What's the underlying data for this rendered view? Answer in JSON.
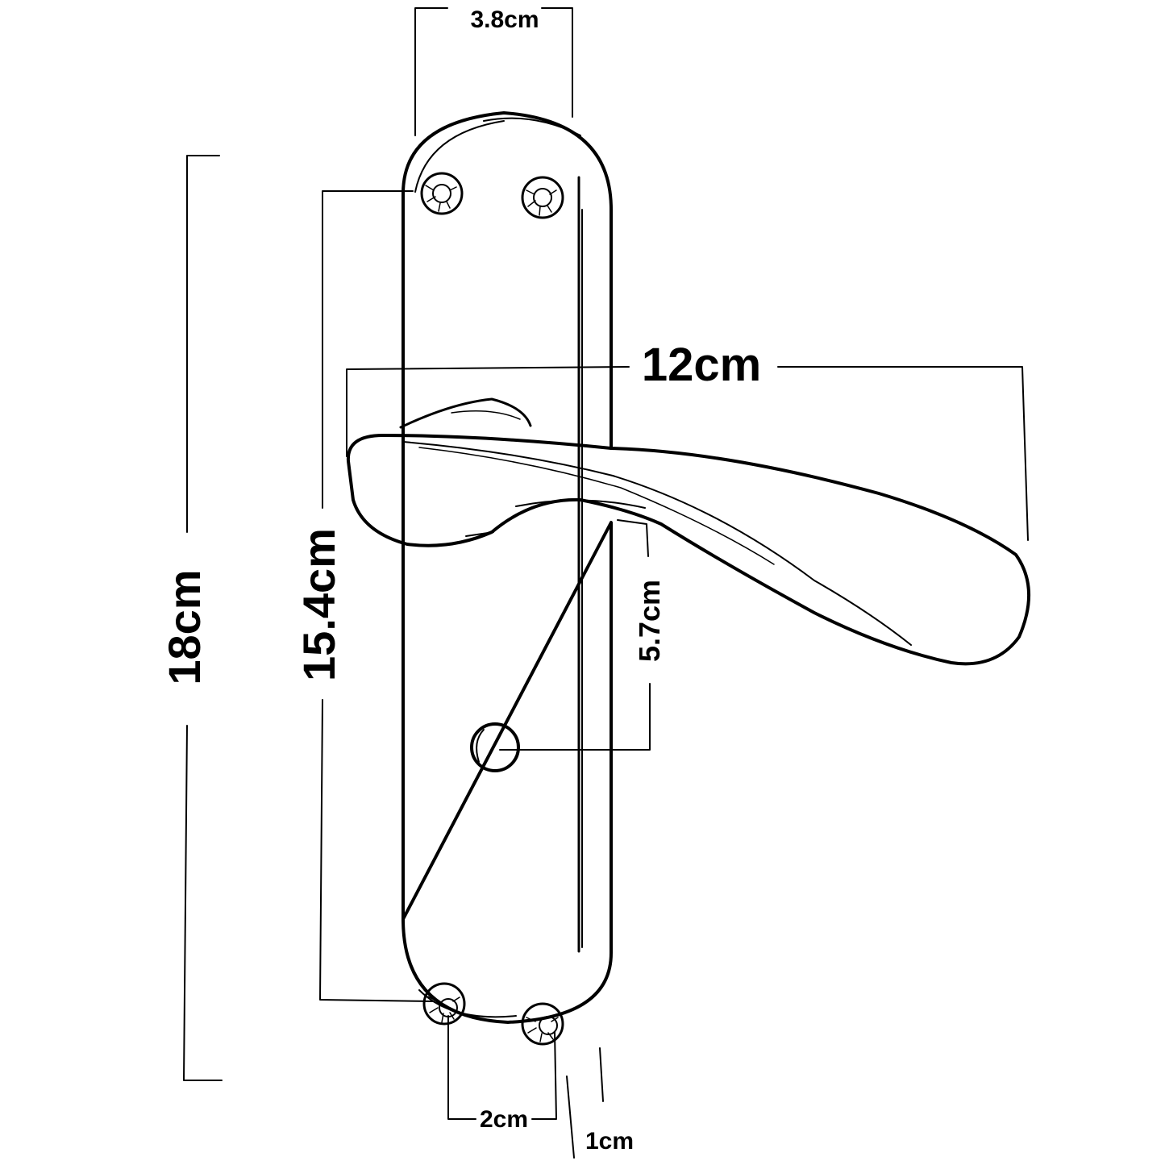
{
  "dimensions": {
    "backplate_width": "3.8cm",
    "lever_length": "12cm",
    "overall_height": "18cm",
    "fixing_centres": "15.4cm",
    "handle_to_keyhole": "5.7cm",
    "screw_spacing": "2cm",
    "plate_thickness": "1cm"
  },
  "colors": {
    "ink": "#000000",
    "background": "#ffffff"
  }
}
